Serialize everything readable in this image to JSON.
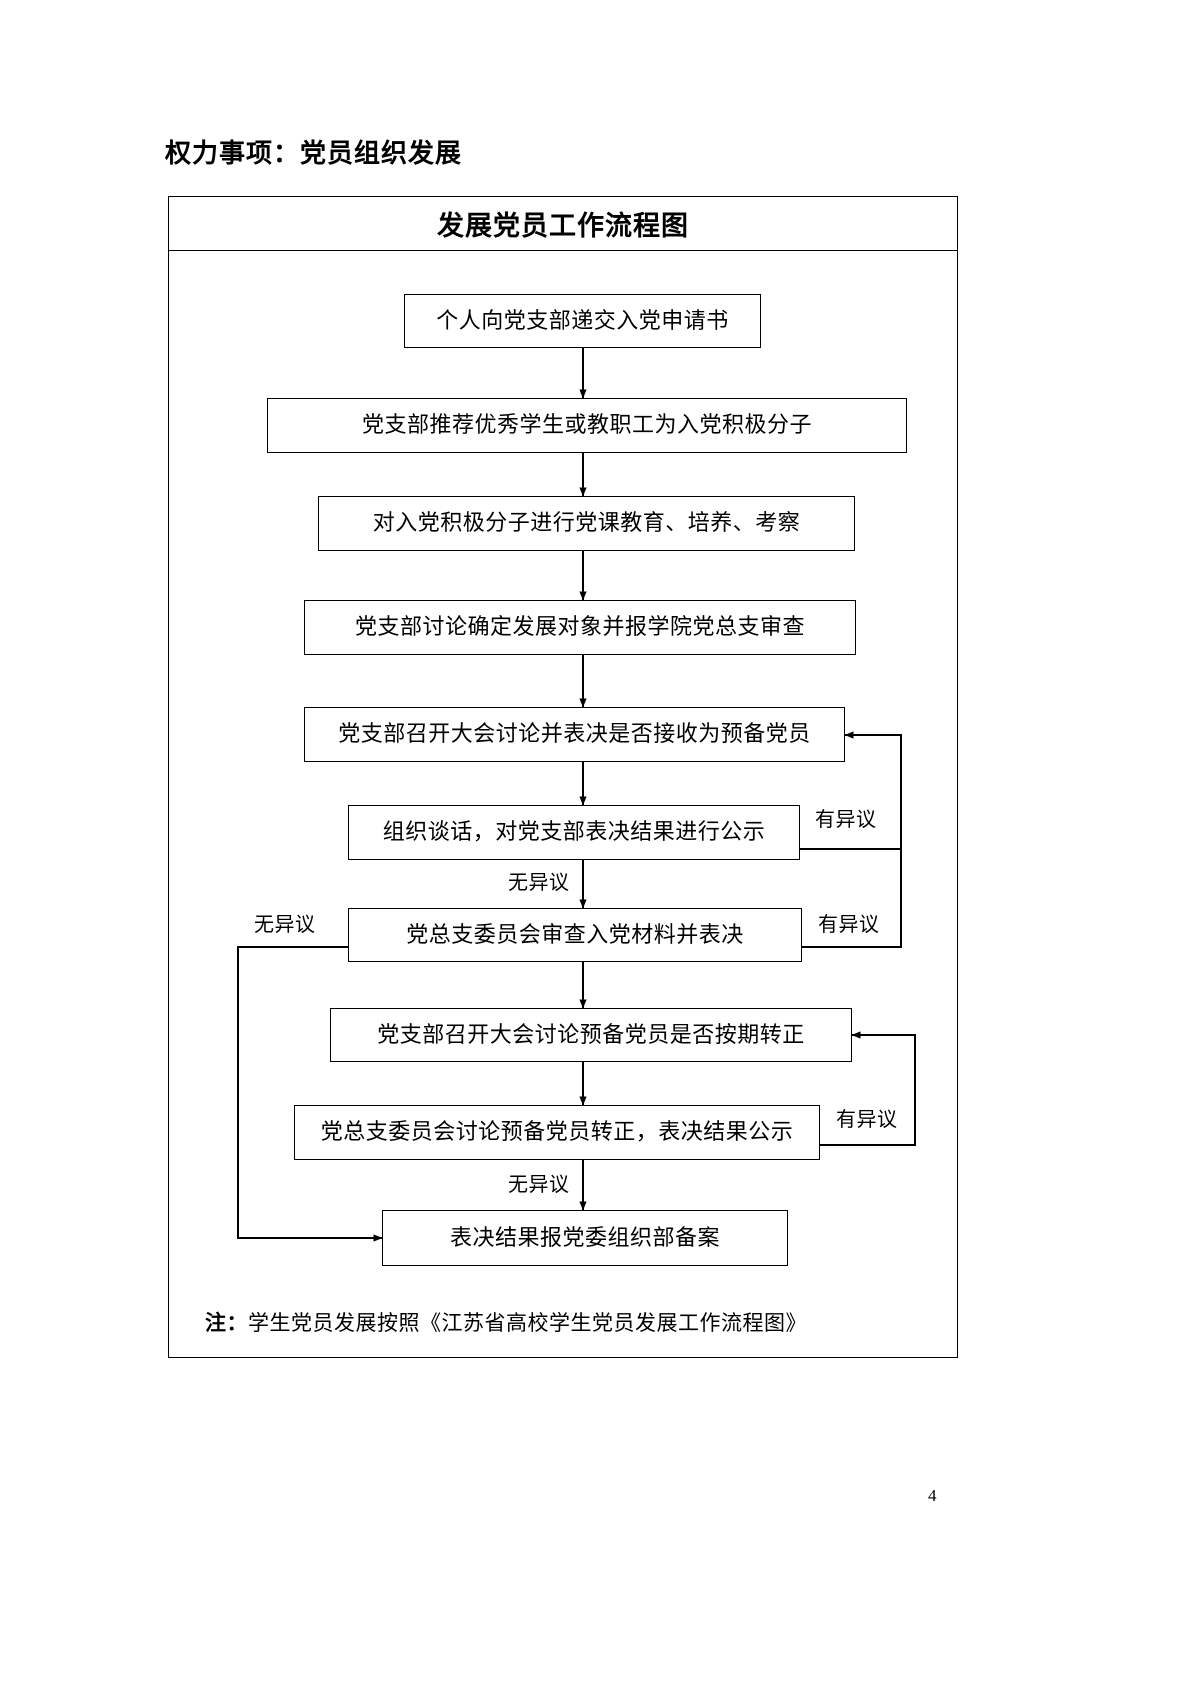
{
  "document": {
    "title": "权力事项：党员组织发展",
    "page_number": "4"
  },
  "flowchart": {
    "header": "发展党员工作流程图",
    "note_prefix": "注：",
    "note_text": "学生党员发展按照《江苏省高校学生党员发展工作流程图》",
    "nodes": [
      {
        "id": "n1",
        "label": "个人向党支部递交入党申请书"
      },
      {
        "id": "n2",
        "label": "党支部推荐优秀学生或教职工为入党积极分子"
      },
      {
        "id": "n3",
        "label": "对入党积极分子进行党课教育、培养、考察"
      },
      {
        "id": "n4",
        "label": "党支部讨论确定发展对象并报学院党总支审查"
      },
      {
        "id": "n5",
        "label": "党支部召开大会讨论并表决是否接收为预备党员"
      },
      {
        "id": "n6",
        "label": "组织谈话，对党支部表决结果进行公示"
      },
      {
        "id": "n7",
        "label": "党总支委员会审查入党材料并表决"
      },
      {
        "id": "n8",
        "label": "党支部召开大会讨论预备党员是否按期转正"
      },
      {
        "id": "n9",
        "label": "党总支委员会讨论预备党员转正，表决结果公示"
      },
      {
        "id": "n10",
        "label": "表决结果报党委组织部备案"
      }
    ],
    "edge_labels": [
      {
        "id": "e6-right",
        "label": "有异议"
      },
      {
        "id": "e6-down",
        "label": "无异议"
      },
      {
        "id": "e7-left",
        "label": "无异议"
      },
      {
        "id": "e7-right",
        "label": "有异议"
      },
      {
        "id": "e9-right",
        "label": "有异议"
      },
      {
        "id": "e9-down",
        "label": "无异议"
      }
    ],
    "colors": {
      "line": "#000000",
      "background": "#ffffff"
    }
  }
}
